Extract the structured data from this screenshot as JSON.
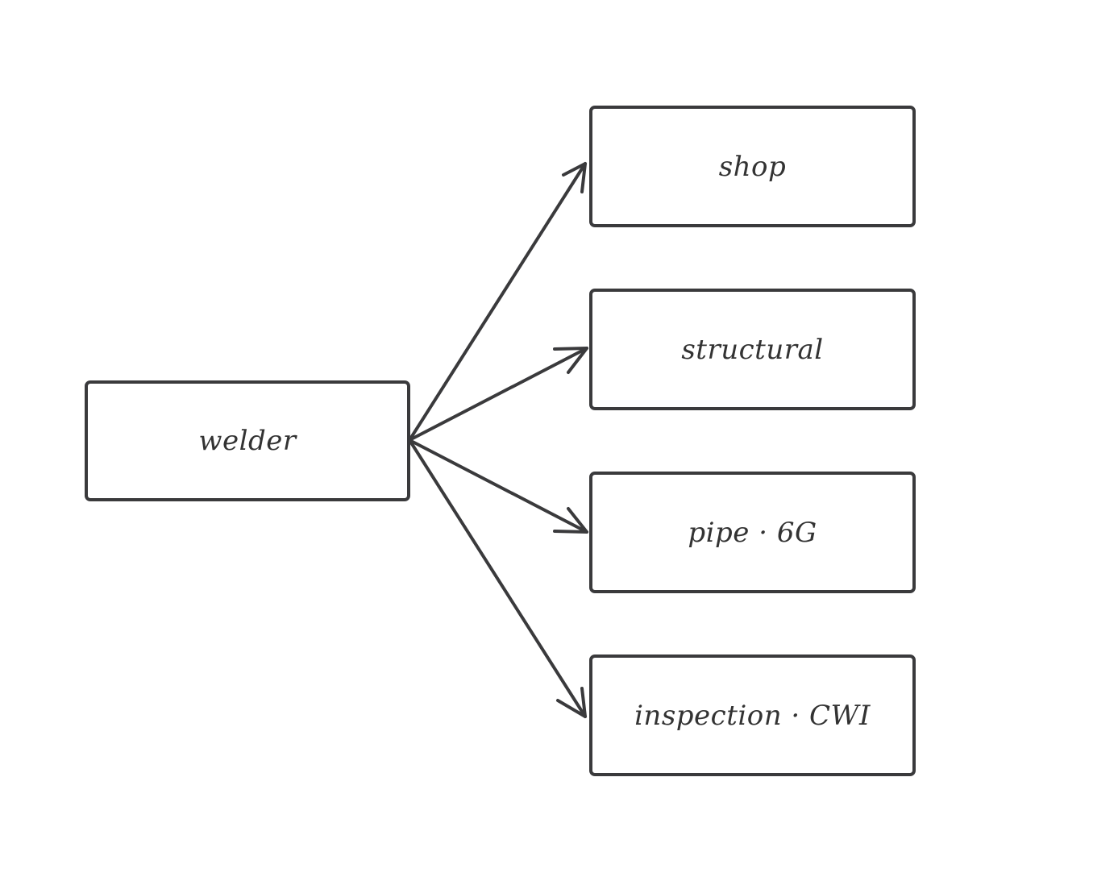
{
  "root": {
    "label": "welder"
  },
  "branches": [
    {
      "label": "shop"
    },
    {
      "label": "structural"
    },
    {
      "label": "pipe · 6G"
    },
    {
      "label": "inspection · CWI"
    }
  ],
  "colors": {
    "stroke": "#3a3a3c",
    "text": "#333333",
    "background": "#ffffff"
  }
}
